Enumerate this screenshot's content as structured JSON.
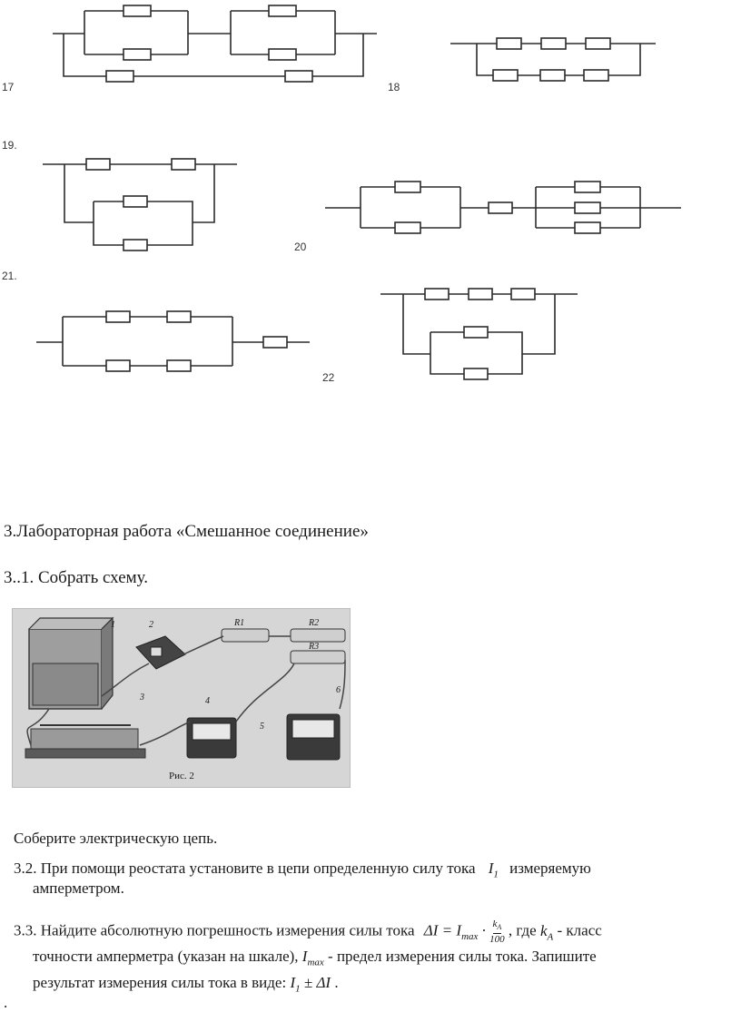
{
  "figures": {
    "f17": "17",
    "f18": "18",
    "f19": "19.",
    "f20": "20",
    "f21": "21.",
    "f22": "22"
  },
  "section": {
    "heading": "3.Лабораторная работа «Смешанное соединение»",
    "step1": "3..1. Собрать схему."
  },
  "photo": {
    "caption": "Рис. 2",
    "callouts": [
      "1",
      "2",
      "3",
      "4",
      "5",
      "6"
    ],
    "resistors": [
      "R1",
      "R2",
      "R3"
    ]
  },
  "instructions": {
    "assemble": "Соберите электрическую цепь.",
    "p32_a": "3.2. При помощи реостата установите в цепи определенную силу тока",
    "p32_sym": "I",
    "p32_sym_sub": "1",
    "p32_b": "измеряемую",
    "p32_c": "амперметром.",
    "p33_a": "3.3. Найдите абсолютную погрешность измерения силы тока",
    "p33_formula_lhs": "ΔI = I",
    "p33_formula_sub": "max",
    "p33_frac_num": "k",
    "p33_frac_num_sub": "A",
    "p33_frac_den": "100",
    "p33_b": ", где",
    "p33_k": "k",
    "p33_k_sub": "A",
    "p33_c": "- класс",
    "p33_d": "точности амперметра (указан на шкале),",
    "p33_imax": "I",
    "p33_imax_sub": "max",
    "p33_e": "- предел измерения силы тока. Запишите",
    "p33_f": "результат измерения силы тока в виде:",
    "p33_result": "I",
    "p33_result_sub": "1",
    "p33_result_tail": " ± ΔI",
    "p33_end": "."
  },
  "footer_dot": "."
}
